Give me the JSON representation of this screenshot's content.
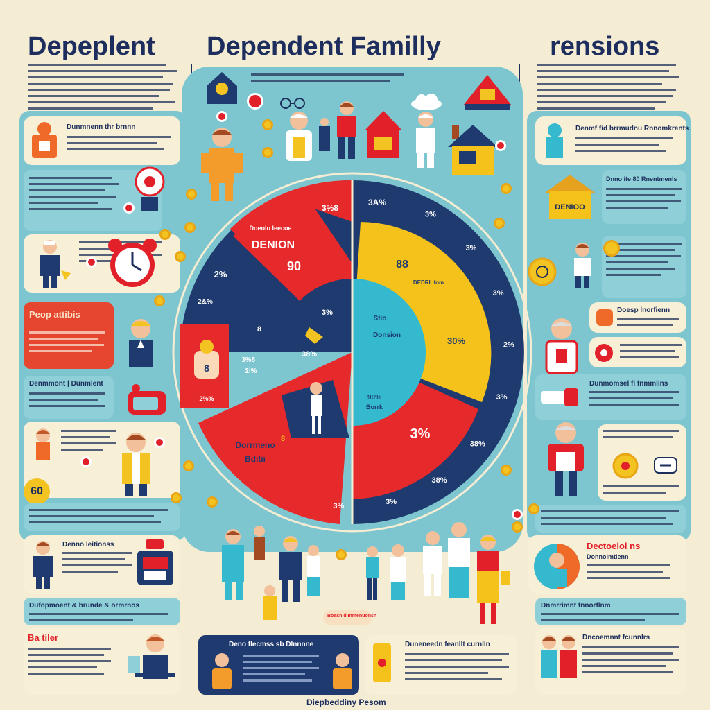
{
  "titles": {
    "left": "Depeplent",
    "center": "Dependent Familly",
    "right": "rensions"
  },
  "left_panel": {
    "card1_title": "Dunmnenn thr brnnn",
    "card2_title": "Peop attibis",
    "card3_title": "Denmmont | Dunmlent",
    "card4_title": "Denno leitionss",
    "card5_title": "Dufopmoent & brunde & ormrnos",
    "card6_title": "Ba tiler",
    "big_number": "60"
  },
  "right_panel": {
    "card1_title": "Denmf fid brrmudnu Rnnomkrents",
    "card2_title": "Dnno ite 80 Rnentmenls",
    "card3_label": "DENIOO",
    "card4_title": "Doesp lnorfienn",
    "card5_title": "Dunmomsel fi fnmmlins",
    "card6_title": "Dectoeiol ns",
    "card6_sub": "Donnoimtienn",
    "card7_title": "Dnmrrimnt fnnorflnm",
    "card8_title": "Dncoemnnt fcunnlrs"
  },
  "bottom_panel": {
    "card1_title": "Deno flecmss sb Dlnnnne",
    "card2_title": "Duneneedn feanllt curnlln",
    "badge": "Boasn dimmenuonsn"
  },
  "chart_labels": {
    "red_top_title": "Doeolo leecoe",
    "red_top_big": "DENION",
    "red_top_value": "90",
    "navy_top_1": "3%8",
    "navy_top_2": "3A%",
    "navy_left": "2%",
    "navy_left_2": "2&%",
    "navy_inner": "3%",
    "navy_inner2": "38%",
    "left_small1": "3%8",
    "left_small2": "2%%",
    "left_pct": "2i%",
    "inner_icon_label": "8",
    "red_bottom_title": "Dorrmeno",
    "red_bottom_sub": "Bditii",
    "red_bottom_mark": "8",
    "yellow_value": "88",
    "yellow_pct": "30%",
    "yellow_label": "DEDRL fom",
    "teal_title": "Stio",
    "teal_sub": "Donsion",
    "teal_pct": "90%",
    "teal_sub2": "Borrk",
    "red_right_value": "3%",
    "ring_labels": [
      "3%",
      "3%",
      "3%",
      "2%",
      "3%",
      "38%",
      "38%",
      "3%",
      "3%"
    ]
  },
  "footer": "Diepbeddiny Pesom",
  "colors": {
    "background": "#f4ecd3",
    "teal": "#7ec6cf",
    "navy": "#1f3a6e",
    "red": "#e6292b",
    "yellow": "#f4c21b",
    "cyan": "#34b9cf"
  }
}
